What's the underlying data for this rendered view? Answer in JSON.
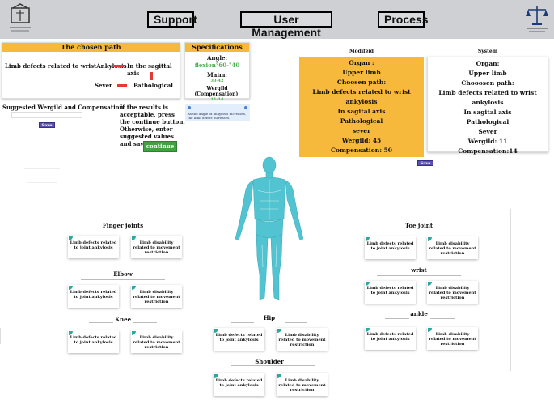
{
  "header": {
    "nav": [
      "Support",
      "User Management",
      "Process"
    ]
  },
  "chosen_path": {
    "title": "The chosen path",
    "row1_left": "Limb defects related to wristAnkylosis",
    "row1_right": "In the sagittal axis",
    "row2_left": "Sever",
    "row2_right": "Pathological"
  },
  "specifications": {
    "title": "Specifications",
    "angle_label": "Angle:",
    "angle_value": "flexion°60-°40",
    "maim_label": "Maim:",
    "maim_value": "33-42",
    "wergild_label": "Wergild (Compensation):",
    "wergild_value": "11-14"
  },
  "suggested": {
    "label": "Suggested Wergild and Compensation",
    "save": "Save"
  },
  "instructions": {
    "text": "If the results is acceptable, press the continue button. Otherwise, enter suggested values and save it.",
    "continue": "continue"
  },
  "info_note": {
    "text": "As the angle of ankylosis increases, the limb defect increases."
  },
  "modified": {
    "title": "Modifeid",
    "lines": [
      "Organ :",
      "Upper limb",
      "Choosen path:",
      "Limb defects related to wrist ankylosis",
      "In sagital axis",
      "Pathological",
      "sever",
      "Wergild: 45",
      "Compensation: 50"
    ],
    "save": "Save"
  },
  "system": {
    "title": "System",
    "lines": [
      "Organ:",
      "Upper limb",
      "Chooosen path:",
      "Limb defects related to wrist ankylosis",
      "In sagital axis",
      "Pathological",
      "Sever",
      "Wergild: 11",
      "Compensation:14"
    ]
  },
  "sections": {
    "finger_joints": "Finger joints",
    "elbow": "Elbow",
    "knee": "Knee",
    "hip": "Hip",
    "shoulder": "Shoulder",
    "toe_joint": "Toe joint",
    "wrist": "wrist",
    "ankle": "ankle"
  },
  "card_labels": {
    "ankylosis": "Limb defects related to joint ankylosis",
    "disability": "Limb disability related to movement restriction"
  },
  "colors": {
    "accent_orange": "#f6b93b",
    "body_figure": "#52c3d1",
    "save_purple": "#5b4fb0",
    "continue_green": "#43a047",
    "marker_red": "#e53935"
  }
}
